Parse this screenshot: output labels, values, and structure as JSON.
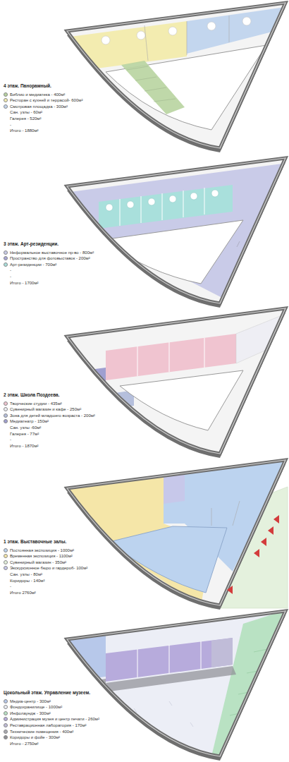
{
  "diagram": {
    "labels": [
      "4 этаж. Панорамный.",
      "Сан. узлы - 60м²",
      "Галерея - 520м²",
      "-",
      "Итого - 1880м²",
      "3 этаж. Арт-резиденции.",
      "-",
      "-",
      "Итого - 1700м²",
      "2 этаж. Школа Поздеева.",
      "Сан. узлы -60м²",
      "Галерея - 77м²",
      "-",
      "Итого - 1870м²",
      "1 этаж. Выставочные залы.",
      "Сан. узлы - 80м²",
      "Коридоры - 140м²",
      "-",
      "Итого 2760м²",
      "Цокольный этаж. Управление музеем.",
      "Итого - 2750м²"
    ],
    "legend": [
      {
        "text": "Библио и медиатека - 400м²",
        "color": "#b8d4a0"
      },
      {
        "text": "Ресторан с кухней и террасой- 600м²",
        "color": "#f3ecb0"
      },
      {
        "text": "Смотровая площадка - 300м²",
        "color": "#c3d6ee"
      },
      {
        "text": "Неформальное выставочное пр-во - 800м²",
        "color": "#c9cbe8"
      },
      {
        "text": "Пространство для фотовыставок - 200м²",
        "color": "#a9a6d6"
      },
      {
        "text": "Арт-резиденции - 700м²",
        "color": "#a9e0dc"
      },
      {
        "text": "Творческие студии - 435м²",
        "color": "#f0c4d0"
      },
      {
        "text": "Сувенирный магазин и кафе - 250м²",
        "color": "#eeeef4"
      },
      {
        "text": "Зона для детей младшего возраста - 200м²",
        "color": "#b5bfdc"
      },
      {
        "text": "Медиатеатр - 150м²",
        "color": "#9f9fd0"
      },
      {
        "text": "Постоянная экспозиция - 1000м²",
        "color": "#bcd3ef"
      },
      {
        "text": "Временная экспозиция - 1100м²",
        "color": "#f5e6a8"
      },
      {
        "text": "Сувенирный магазин - 350м²",
        "color": "#e3f1dc"
      },
      {
        "text": "Экскурсионное бюро и гардероб- 100м²",
        "color": "#c7c8ea"
      },
      {
        "text": "Медиа-центр - 300м²",
        "color": "#b7c8ea"
      },
      {
        "text": "Фондохранилище - 1000м²",
        "color": "#eceef6"
      },
      {
        "text": "Инфолаундж - 300м²",
        "color": "#b9e2c3"
      },
      {
        "text": "Администрация музея и центр печати - 260м²",
        "color": "#b7abdc"
      },
      {
        "text": "Реставрационная лаборатория - 170м²",
        "color": "#c0bcd8"
      },
      {
        "text": "Технические помещения - 400м²",
        "color": "#a9a9b0"
      },
      {
        "text": "Коридоры и фойе - 300м²",
        "color": "#8f8f95"
      }
    ]
  }
}
